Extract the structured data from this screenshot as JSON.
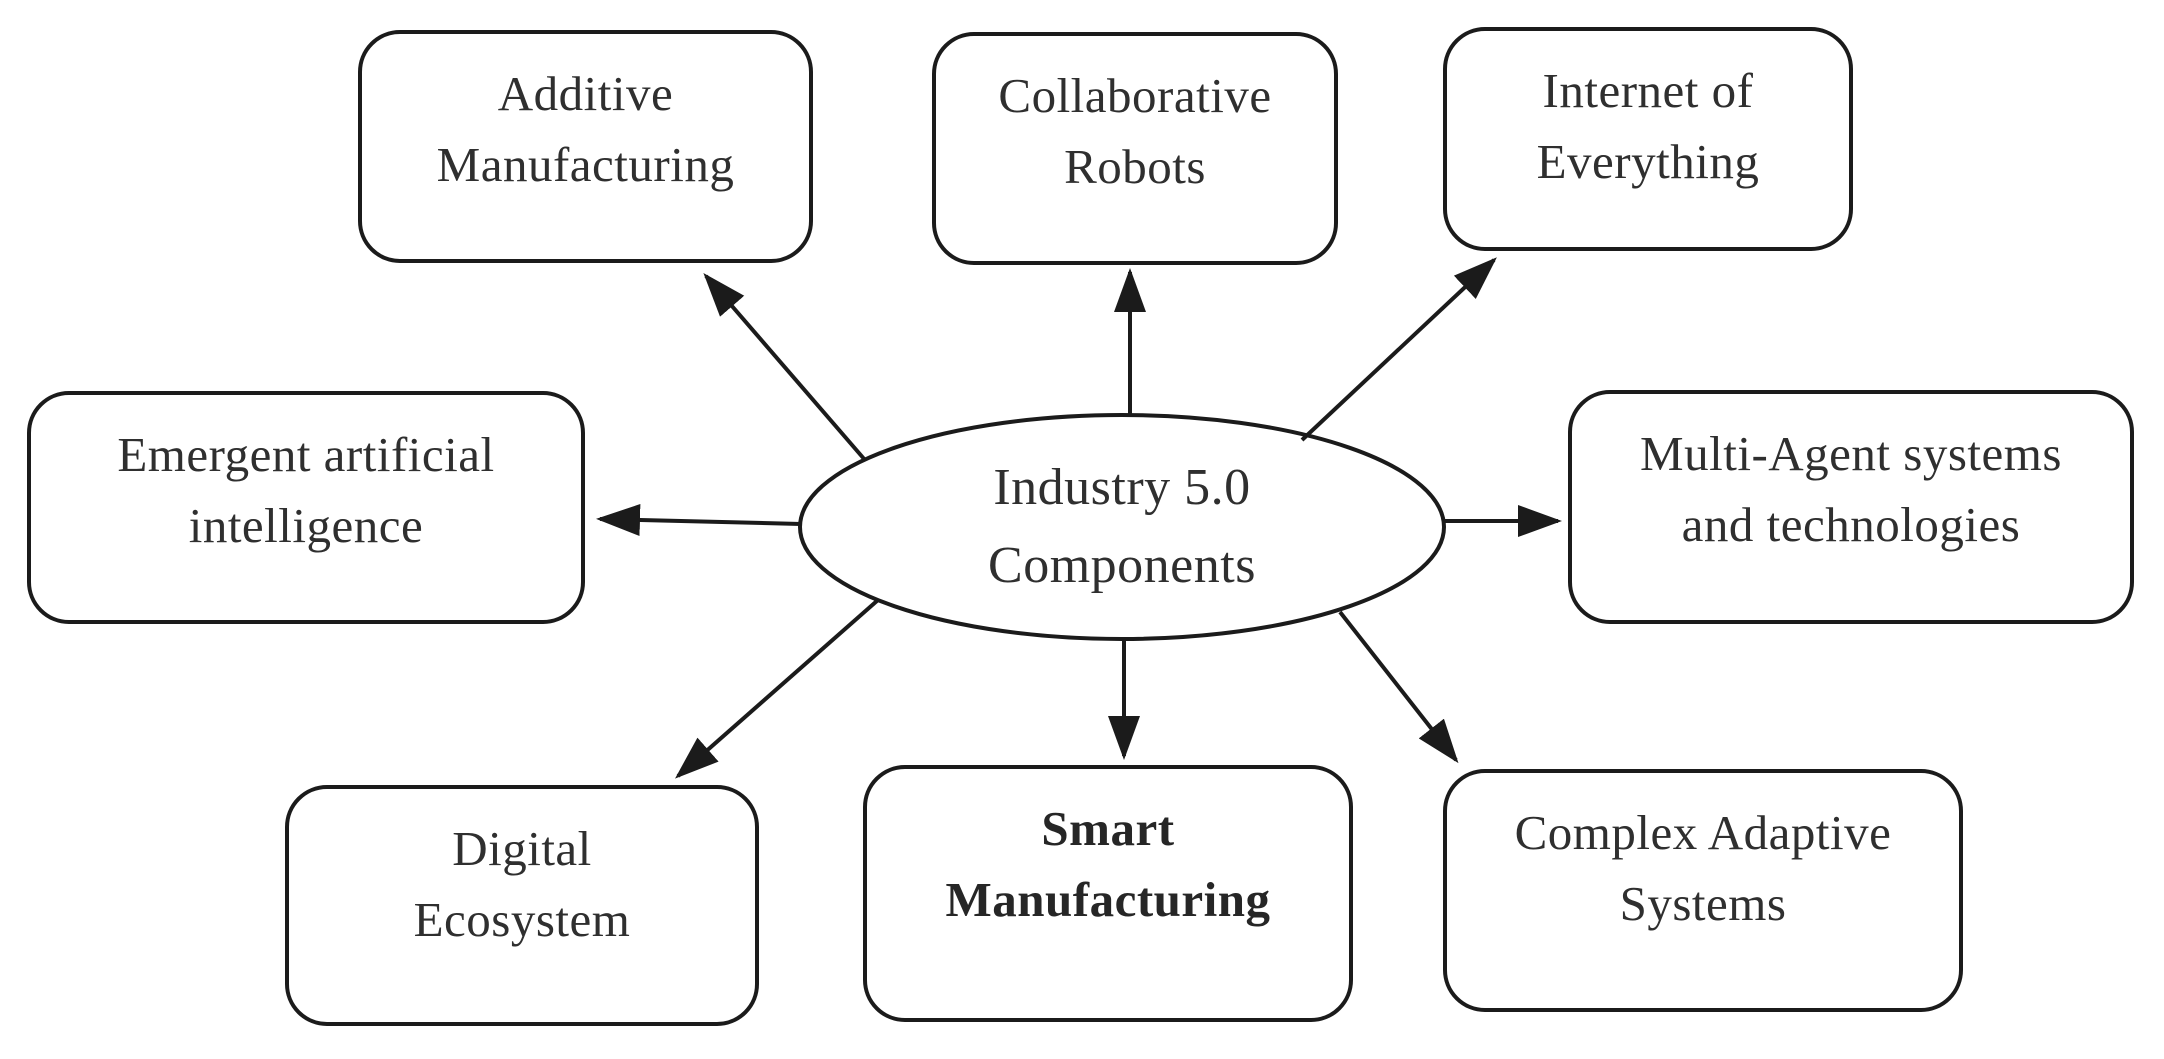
{
  "diagram_title": "Industry 5.0 Components",
  "colors": {
    "stroke": "#1b1b1b",
    "text": "#2f2f2f",
    "background": "#ffffff"
  },
  "center_node": {
    "lines": [
      "Industry 5.0",
      "Components"
    ]
  },
  "nodes": [
    {
      "id": "additive-manufacturing",
      "lines": [
        "Additive",
        "Manufacturing"
      ]
    },
    {
      "id": "collaborative-robots",
      "lines": [
        "Collaborative",
        "Robots"
      ]
    },
    {
      "id": "internet-of-everything",
      "lines": [
        "Internet of",
        "Everything"
      ]
    },
    {
      "id": "emergent-artificial-intelligence",
      "lines": [
        "Emergent artificial",
        "intelligence"
      ]
    },
    {
      "id": "multi-agent-systems",
      "lines": [
        "Multi-Agent systems",
        "and technologies"
      ]
    },
    {
      "id": "digital-ecosystem",
      "lines": [
        "Digital",
        "Ecosystem"
      ]
    },
    {
      "id": "smart-manufacturing",
      "lines": [
        "Smart",
        "Manufacturing"
      ]
    },
    {
      "id": "complex-adaptive-systems",
      "lines": [
        "Complex Adaptive",
        "Systems"
      ]
    }
  ]
}
